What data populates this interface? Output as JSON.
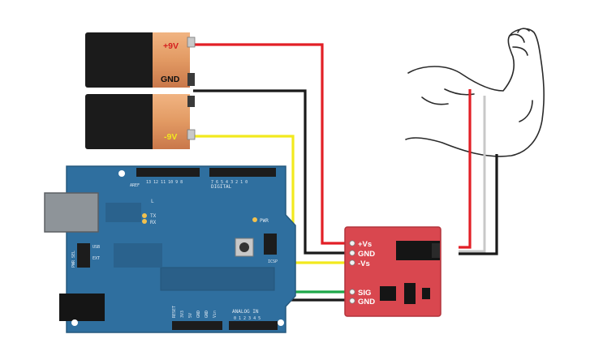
{
  "battery_top": {
    "pos_label": "+9V",
    "gnd_label": "GND"
  },
  "battery_bottom": {
    "neg_label": "-9V"
  },
  "sensor": {
    "pins": [
      {
        "label": "+Vs"
      },
      {
        "label": "GND"
      },
      {
        "label": "-Vs"
      },
      {
        "label": "SIG"
      },
      {
        "label": "GND"
      }
    ]
  },
  "arduino": {
    "digital_label": "DIGITAL",
    "analog_label": "ANALOG IN",
    "icsp_label": "ICSP",
    "pwr_label": "PWR",
    "tx_label": "TX",
    "rx_label": "RX",
    "l_label": "L",
    "usb_label": "USB",
    "ext_label": "EXT",
    "pwr_sel_label": "PWR SEL",
    "reset_label": "RESET",
    "aref_label": "AREF",
    "gnd_label": "GND",
    "v3_label": "3V3",
    "v5_label": "5V",
    "gnd2_label": "GND",
    "vin_label": "Vin",
    "digital_numbers": "13 12 11 10 9 8",
    "digital_numbers2": "7 6 5 4 3 2 1 0",
    "analog_numbers": "0 1 2 3 4 5"
  },
  "colors": {
    "red_wire": "#e21f26",
    "black_wire": "#1a1a1a",
    "yellow_wire": "#f2e91e",
    "green_wire": "#1da849",
    "board": "#2f6f9f",
    "sensor": "#d9474f",
    "battery_copper": "#e29a63"
  }
}
